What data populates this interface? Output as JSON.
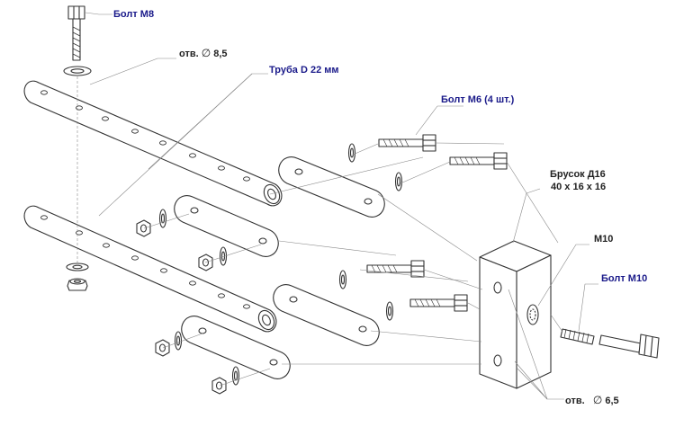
{
  "labels": {
    "bolt_m8": "Болт  М8",
    "hole_85_prefix": "отв.",
    "hole_85_value": "8,5",
    "pipe": "Труба  D 22 мм",
    "bolt_m6": "Болт М6  (4 шт.)",
    "block_line1": "Брусок  Д16",
    "block_line2": "40 х 16 х 16",
    "thread_m10": "М10",
    "bolt_m10": "Болт М10",
    "hole_65_prefix": "отв.",
    "hole_65_value": "6,5",
    "diameter_symbol": "∅"
  },
  "colors": {
    "label_blue": "#1a1a8a",
    "label_black": "#222222",
    "outline": "#333333",
    "leader": "#888888"
  }
}
